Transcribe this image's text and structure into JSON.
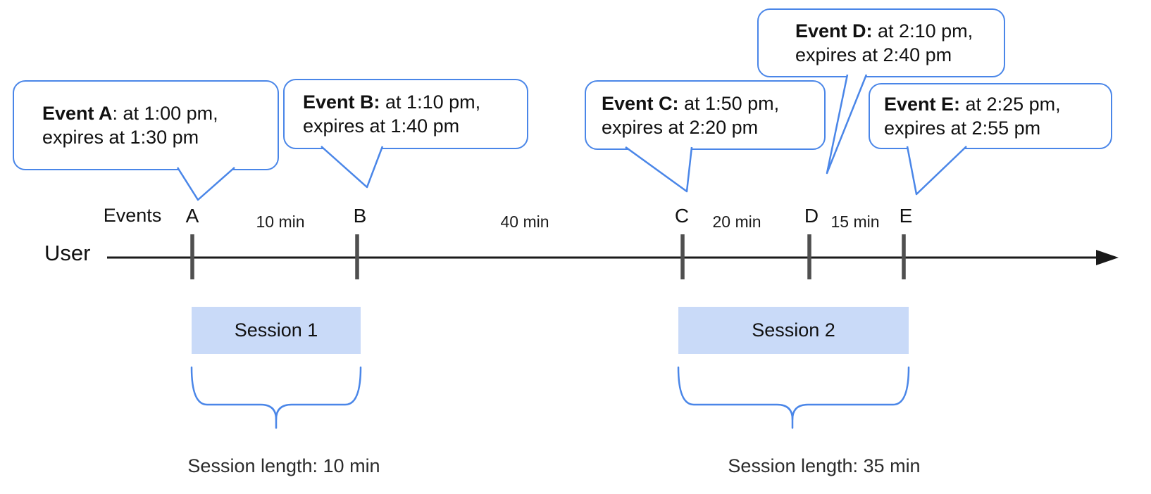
{
  "colors": {
    "accent_blue": "#4a86e8",
    "session_fill": "#c9daf8",
    "tick_gray": "#4f4f4f",
    "timeline_black": "#1a1a1a"
  },
  "axis": {
    "events_label": "Events",
    "user_label": "User"
  },
  "events": [
    {
      "letter": "A",
      "bold": "Event A",
      "rest": ": at 1:00 pm,",
      "line2": "expires at 1:30 pm"
    },
    {
      "letter": "B",
      "bold": "Event B:",
      "rest": " at 1:10 pm,",
      "line2": "expires at 1:40 pm"
    },
    {
      "letter": "C",
      "bold": "Event C:",
      "rest": " at 1:50 pm,",
      "line2": "expires at 2:20 pm"
    },
    {
      "letter": "D",
      "bold": "Event D:",
      "rest": " at 2:10 pm,",
      "line2": "expires at 2:40 pm"
    },
    {
      "letter": "E",
      "bold": "Event E:",
      "rest": " at 2:25 pm,",
      "line2": "expires at 2:55 pm"
    }
  ],
  "intervals": [
    "10 min",
    "40 min",
    "20 min",
    "15 min"
  ],
  "sessions": [
    {
      "label": "Session 1",
      "length": "Session length: 10 min"
    },
    {
      "label": "Session 2",
      "length": "Session length: 35 min"
    }
  ]
}
